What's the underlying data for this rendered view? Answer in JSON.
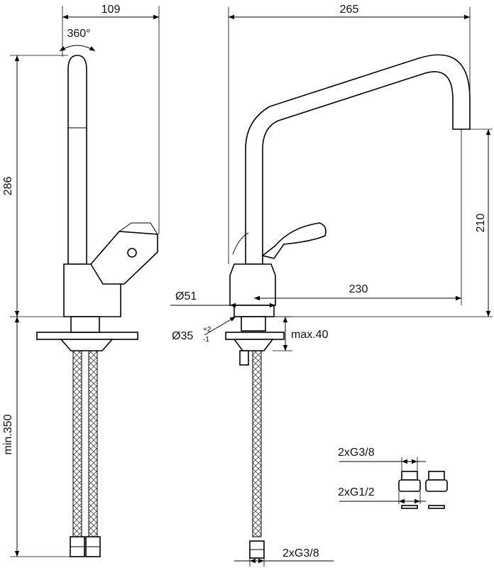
{
  "dimensions": {
    "top_left": "109",
    "top_right": "265",
    "rotation": "360°",
    "height_left": "286",
    "height_right": "210",
    "reach": "230",
    "diameter_base": "Ø51",
    "diameter_hole": "Ø35",
    "tol_plus": "+2",
    "tol_minus": "-1",
    "max_thickness": "max.40",
    "hose_length": "min.350",
    "conn_g38_a": "2xG3/8",
    "conn_g12": "2xG1/2",
    "conn_g38_b": "2xG3/8"
  }
}
